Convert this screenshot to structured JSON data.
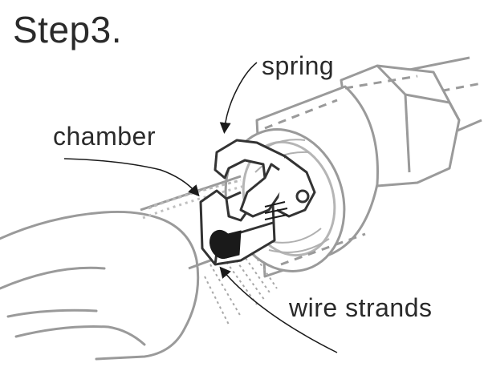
{
  "title": "Step3.",
  "labels": {
    "spring": "spring",
    "chamber": "chamber",
    "wire_strands": "wire strands"
  },
  "colors": {
    "outline_light": "#9a9a9a",
    "outline_dark": "#333333",
    "text": "#2a2a2a",
    "arrow": "#1a1a1a"
  }
}
